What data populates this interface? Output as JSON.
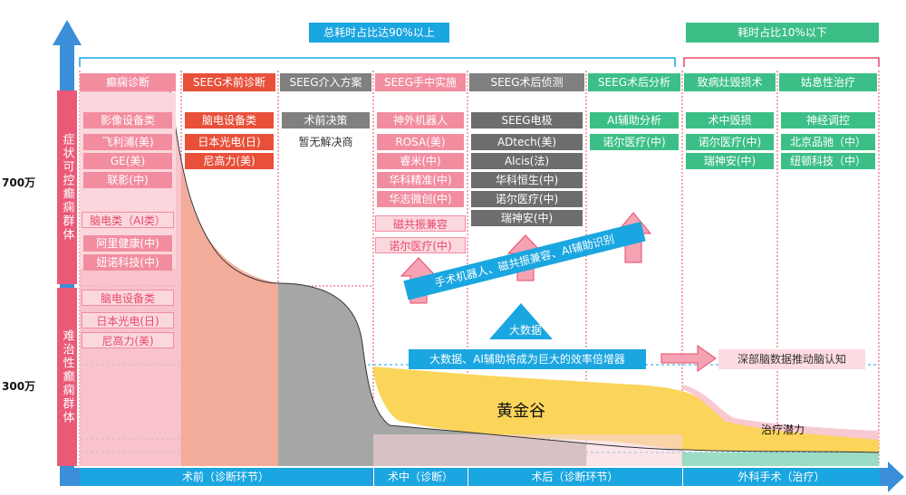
{
  "y_axis": {
    "upper_band": "症状可控癫痫群体",
    "lower_band": "难治性癫痫群体",
    "label_700": "700万",
    "label_300": "300万"
  },
  "top_callouts": {
    "left": "总耗时占比达90%以上",
    "right": "耗时占比10%以下"
  },
  "columns": [
    {
      "header": "癫痫诊断"
    },
    {
      "header": "SEEG术前诊断"
    },
    {
      "header": "SEEG介入方案"
    },
    {
      "header": "SEEG手中实施"
    },
    {
      "header": "SEEG术后侦测"
    },
    {
      "header": "SEEG术后分析"
    },
    {
      "header": "致病灶毁损术"
    },
    {
      "header": "姑息性治疗"
    }
  ],
  "col1": {
    "tags": [
      "影像设备类",
      "飞利浦(美)",
      "GE(美)",
      "联影(中)",
      "脑电类（AI类）",
      "阿里健康(中)",
      "妞诺科技(中)",
      "脑电设备类",
      "日本光电(日)",
      "尼高力(美)"
    ]
  },
  "col2": {
    "tags": [
      "脑电设备类",
      "日本光电(日)",
      "尼高力(美)"
    ]
  },
  "col3": {
    "tags": [
      "术前决策",
      "暂无解决商"
    ]
  },
  "col4": {
    "tags": [
      "神外机器人",
      "ROSA(美)",
      "睿米(中)",
      "华科精准(中)",
      "华志微创(中)",
      "磁共振兼容",
      "诺尔医疗(中)"
    ]
  },
  "col5": {
    "tags": [
      "SEEG电极",
      "ADtech(美)",
      "Alcis(法)",
      "华科恒生(中)",
      "诺尔医疗(中)",
      "瑞神安(中)"
    ]
  },
  "col6": {
    "tags": [
      "AI辅助分析",
      "诺尔医疗(中)"
    ]
  },
  "col7": {
    "tags": [
      "术中毁损",
      "诺尔医疗(中)",
      "瑞神安(中)"
    ]
  },
  "col8": {
    "tags": [
      "神经调控",
      "北京品驰（中）",
      "纽顿科技（中）"
    ]
  },
  "center": {
    "trend": "手术机器人、磁共振兼容、AI辅助识别",
    "big_data": "大数据",
    "efficiency": "大数据、AI辅助将成为巨大的效率倍增器",
    "brain": "深部脑数据推动脑认知",
    "golden_valley": "黄金谷",
    "potential": "治疗潜力"
  },
  "bottom_bar": {
    "pre": "术前（诊断环节）",
    "intra": "术中（诊断）",
    "post": "术后（诊断环节）",
    "surgery": "外科手术（治疗）"
  },
  "colors": {
    "blue": "#1aa6e0",
    "red_band": "#ea5a77",
    "green": "#3cbf87",
    "gold": "#fbd45a",
    "gray": "#a6a6a6"
  }
}
